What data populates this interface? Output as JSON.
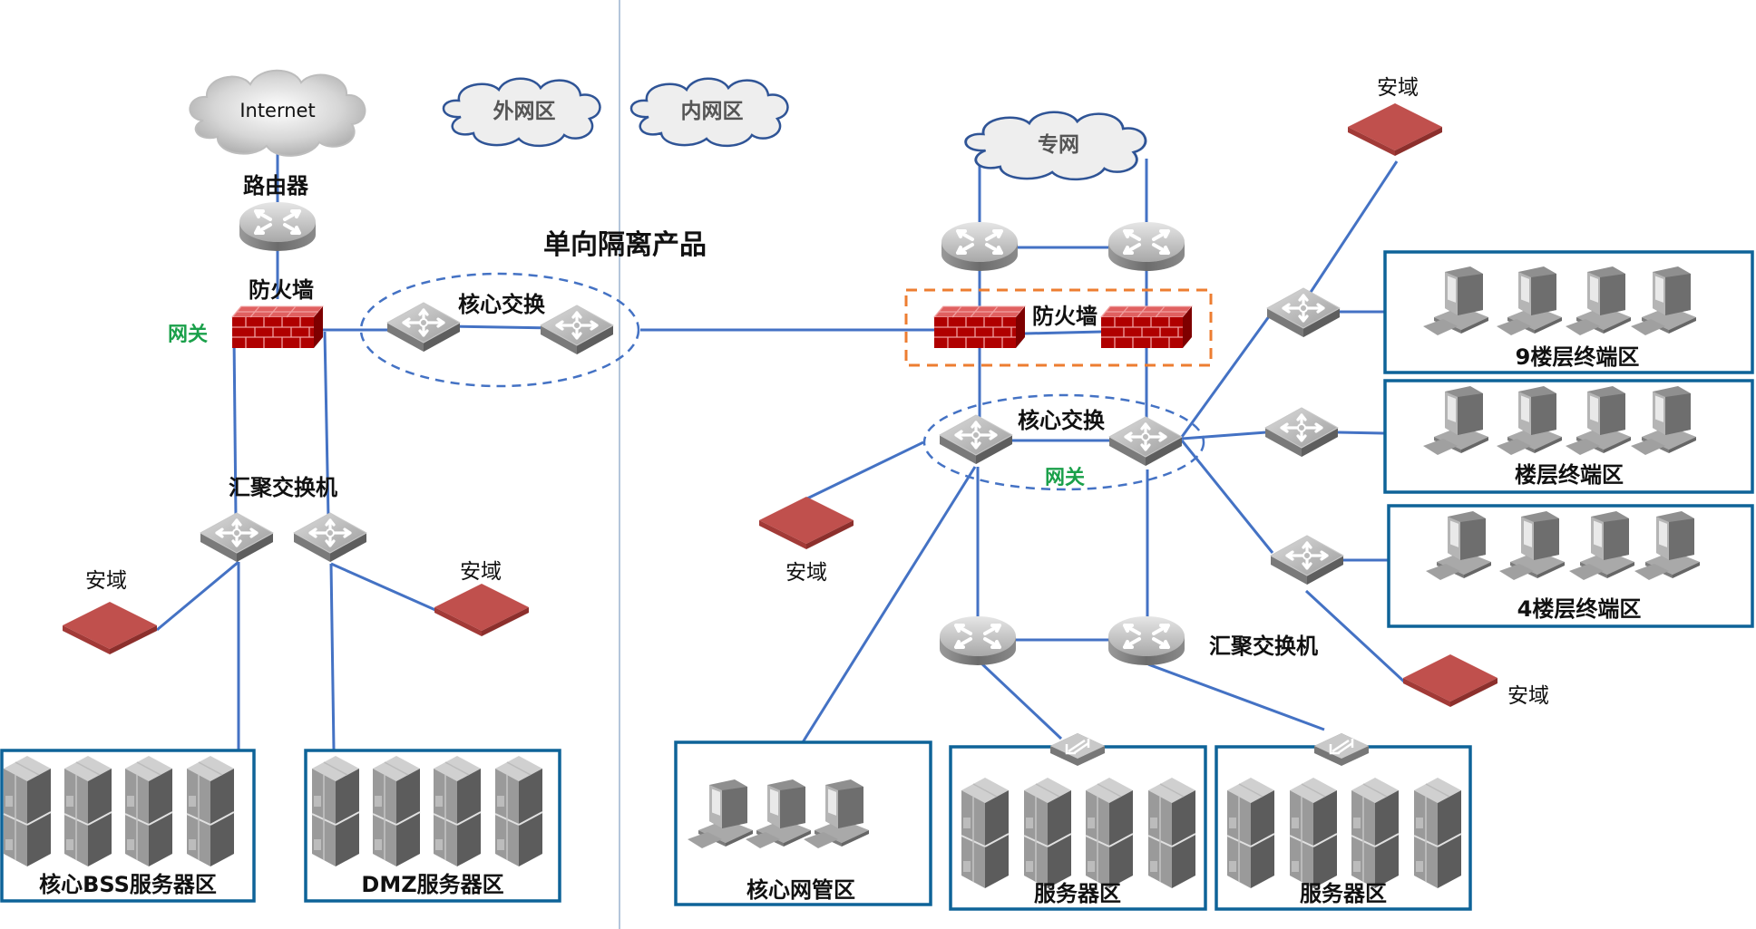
{
  "title": "单向隔离产品",
  "zones": {
    "outer": "外网区",
    "inner": "内网区"
  },
  "left": {
    "internet_label": "Internet",
    "router_label": "路由器",
    "firewall_label": "防火墙",
    "gateway_label": "网关",
    "core_switch_label": "核心交换",
    "agg_switch_label": "汇聚交换机",
    "secure_domain_left": "安域",
    "secure_domain_right": "安域",
    "bss_zone": "核心BSS服务器区",
    "dmz_zone": "DMZ服务器区"
  },
  "right": {
    "private_net_label": "专网",
    "firewall_label": "防火墙",
    "core_switch_label": "核心交换",
    "gateway_label": "网关",
    "agg_switch_label": "汇聚交换机",
    "secure_domain_top": "安域",
    "secure_domain_mid": "安域",
    "secure_domain_bottom": "安域",
    "floor9_zone": "9楼层终端区",
    "floor_zone": "楼层终端区",
    "floor4_zone": "4楼层终端区",
    "nms_zone": "核心网管区",
    "server_zone_1": "服务器区",
    "server_zone_2": "服务器区"
  },
  "colors": {
    "link": "#4472c4",
    "zone_border": "#0e6398",
    "gateway_text": "#1aa04a",
    "firewall_group_border": "#ed7d31",
    "secure_domain_device": "#c0504d"
  }
}
